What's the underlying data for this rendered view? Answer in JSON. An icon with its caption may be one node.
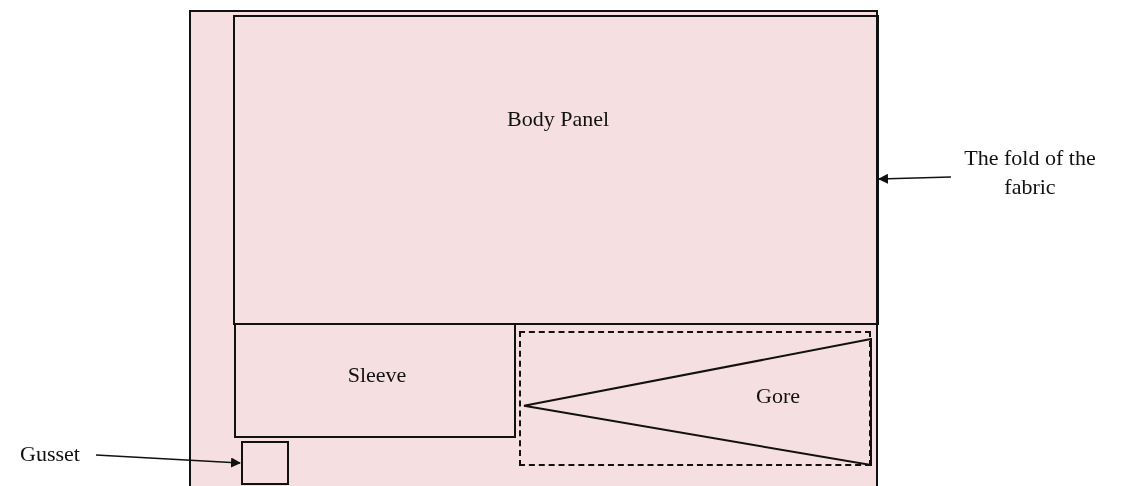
{
  "diagram": {
    "nodes": [
      {
        "text": [],
        "shape": "box"
      },
      {
        "text": [
          "Body Panel"
        ],
        "in": 0
      },
      {
        "text": [
          "Sleeve"
        ],
        "in": 0
      },
      {
        "text": [],
        "shape": "box",
        "in": 0
      },
      {
        "text": [
          "Gore"
        ],
        "in": 3
      },
      {
        "text": [],
        "shape": "box",
        "in": 0
      },
      {
        "text": [
          "The fold of the fabric"
        ]
      },
      {
        "text": [
          "Gusset"
        ]
      }
    ],
    "edges": [
      {
        "from": 6,
        "to": 0,
        "arrow": "to"
      },
      {
        "from": 7,
        "to": 5,
        "arrow": "to"
      }
    ]
  }
}
